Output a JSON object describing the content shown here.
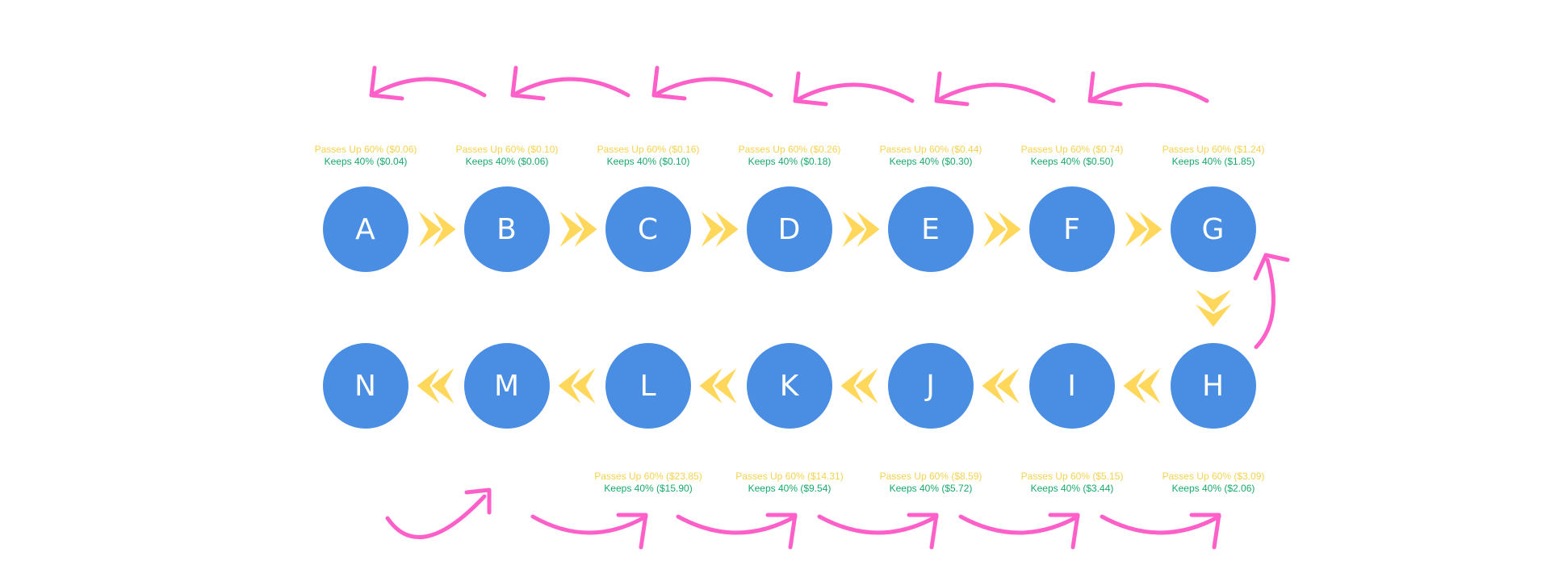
{
  "colors": {
    "node": "#4a8ee4",
    "node_text": "#ffffff",
    "chevron": "#ffd75a",
    "arrow": "#ff5fc8",
    "passes_text": "#f5d24e",
    "keeps_text": "#18a86b"
  },
  "top_row": [
    {
      "letter": "A",
      "passes": "Passes Up 60% ($0.06)",
      "keeps": "Keeps 40% ($0.04)"
    },
    {
      "letter": "B",
      "passes": "Passes Up 60% ($0.10)",
      "keeps": "Keeps 40% ($0.06)"
    },
    {
      "letter": "C",
      "passes": "Passes Up 60% ($0.16)",
      "keeps": "Keeps 40% ($0.10)"
    },
    {
      "letter": "D",
      "passes": "Passes Up 60% ($0.26)",
      "keeps": "Keeps 40% ($0.18)"
    },
    {
      "letter": "E",
      "passes": "Passes Up 60% ($0.44)",
      "keeps": "Keeps 40% ($0.30)"
    },
    {
      "letter": "F",
      "passes": "Passes Up 60% ($0.74)",
      "keeps": "Keeps 40% ($0.50)"
    },
    {
      "letter": "G",
      "passes": "Passes Up 60% ($1.24)",
      "keeps": "Keeps 40% ($1.85)"
    }
  ],
  "bottom_row": [
    {
      "letter": "N",
      "passes": "",
      "keeps": ""
    },
    {
      "letter": "M",
      "passes": "",
      "keeps": ""
    },
    {
      "letter": "L",
      "passes": "Passes Up 60% ($23.85)",
      "keeps": "Keeps 40% ($15.90)"
    },
    {
      "letter": "K",
      "passes": "Passes Up 60% ($14.31)",
      "keeps": "Keeps 40% ($9.54)"
    },
    {
      "letter": "J",
      "passes": "Passes Up 60% ($8.59)",
      "keeps": "Keeps 40% ($5.72)"
    },
    {
      "letter": "I",
      "passes": "Passes Up 60% ($5.15)",
      "keeps": "Keeps 40% ($3.44)"
    },
    {
      "letter": "H",
      "passes": "Passes Up 60% ($3.09)",
      "keeps": "Keeps 40% ($2.06)"
    }
  ]
}
